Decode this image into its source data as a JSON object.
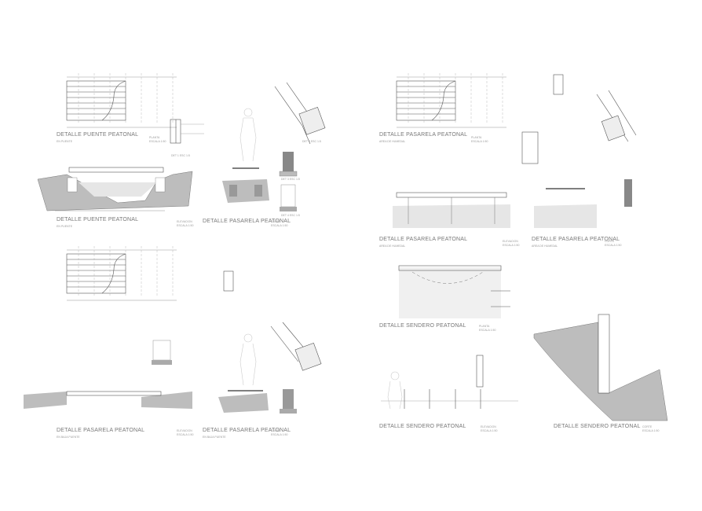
{
  "sheets": [
    {
      "title": "DETALLE PUENTE PEATONAL",
      "sub": "EN PUENTE",
      "view": "PLANTA",
      "scale": "ESCALA 1:50"
    },
    {
      "title": "DETALLE PUENTE PEATONAL",
      "sub": "EN PUENTE",
      "view": "ELEVACION",
      "scale": "ESCALA 1:50"
    },
    {
      "title": "DETALLE PASARELA PEATONAL",
      "sub": "",
      "view": "CORTE",
      "scale": "ESCALA 1:50"
    },
    {
      "title": "DETALLE PASARELA PEATONAL",
      "sub": "EN BAJA PUENTE",
      "view": "ELEVACION",
      "scale": "ESCALA 1:50"
    },
    {
      "title": "DETALLE PASARELA PEATONAL",
      "sub": "EN BAJA PUENTE",
      "view": "CORTE",
      "scale": "ESCALA 1:50"
    },
    {
      "title": "DETALLE PASARELA PEATONAL",
      "sub": "AREA DE HUMEDAL",
      "view": "PLANTA",
      "scale": "ESCALA 1:50"
    },
    {
      "title": "DETALLE PASARELA PEATONAL",
      "sub": "AREA DE HUMEDAL",
      "view": "ELEVACION",
      "scale": "ESCALA 1:50"
    },
    {
      "title": "DETALLE PASARELA PEATONAL",
      "sub": "AREA DE HUMEDAL",
      "view": "CORTE",
      "scale": "ESCALA 1:50"
    },
    {
      "title": "DETALLE SENDERO PEATONAL",
      "sub": "",
      "view": "PLANTA",
      "scale": "ESCALA 1:50"
    },
    {
      "title": "DETALLE SENDERO PEATONAL",
      "sub": "",
      "view": "ELEVACION",
      "scale": "ESCALA 1:50"
    },
    {
      "title": "DETALLE SENDERO PEATONAL",
      "sub": "",
      "view": "CORTE",
      "scale": "ESCALA 1:50"
    }
  ],
  "details": [
    "DET 1  ESC 1:5",
    "DET 2  ESC 1:5",
    "DET 3  ESC 1:5",
    "DET 4  ESC 1:5"
  ],
  "colors": {
    "line": "#555555",
    "fill": "#bdbdbd",
    "light": "#e6e6e6"
  }
}
